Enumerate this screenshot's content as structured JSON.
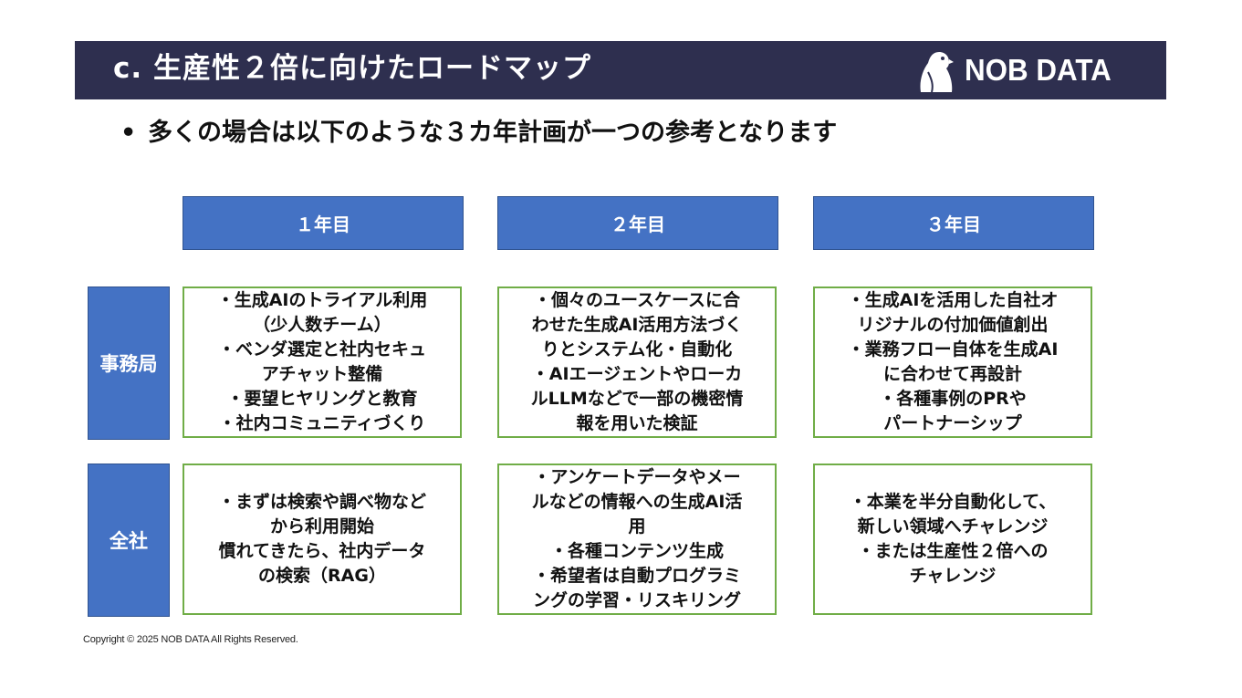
{
  "header": {
    "title": "c. 生産性２倍に向けたロードマップ",
    "logo_text": "NOB DATA"
  },
  "subtitle": {
    "bullet": "•",
    "text": "多くの場合は以下のような３カ年計画が一つの参考となります"
  },
  "years": [
    "１年目",
    "２年目",
    "３年目"
  ],
  "rows": [
    {
      "label": "事務局",
      "cells": [
        [
          "・生成AIのトライアル利用",
          "（少人数チーム）",
          "・ベンダ選定と社内セキュ",
          "アチャット整備",
          "・要望ヒヤリングと教育",
          "・社内コミュニティづくり"
        ],
        [
          "・個々のユースケースに合",
          "わせた生成AI活用方法づく",
          "りとシステム化・自動化",
          "・AIエージェントやローカ",
          "ルLLMなどで一部の機密情",
          "報を用いた検証"
        ],
        [
          "・生成AIを活用した自社オ",
          "リジナルの付加価値創出",
          "・業務フロー自体を生成AI",
          "に合わせて再設計",
          "・各種事例のPRや",
          "パートナーシップ"
        ]
      ]
    },
    {
      "label": "全社",
      "cells": [
        [
          "・まずは検索や調べ物など",
          "から利用開始",
          "慣れてきたら、社内データ",
          "の検索（RAG）"
        ],
        [
          "・アンケートデータやメー",
          "ルなどの情報への生成AI活",
          "用",
          "・各種コンテンツ生成",
          "・希望者は自動プログラミ",
          "ングの学習・リスキリング"
        ],
        [
          "・本業を半分自動化して、",
          "新しい領域へチャレンジ",
          "・または生産性２倍への",
          "チャレンジ"
        ]
      ]
    }
  ],
  "copyright": "Copyright © 2025 NOB DATA All Rights Reserved.",
  "colors": {
    "header_bg": "#2e2f4f",
    "box_blue": "#4472c4",
    "cell_border": "#70ad47"
  }
}
